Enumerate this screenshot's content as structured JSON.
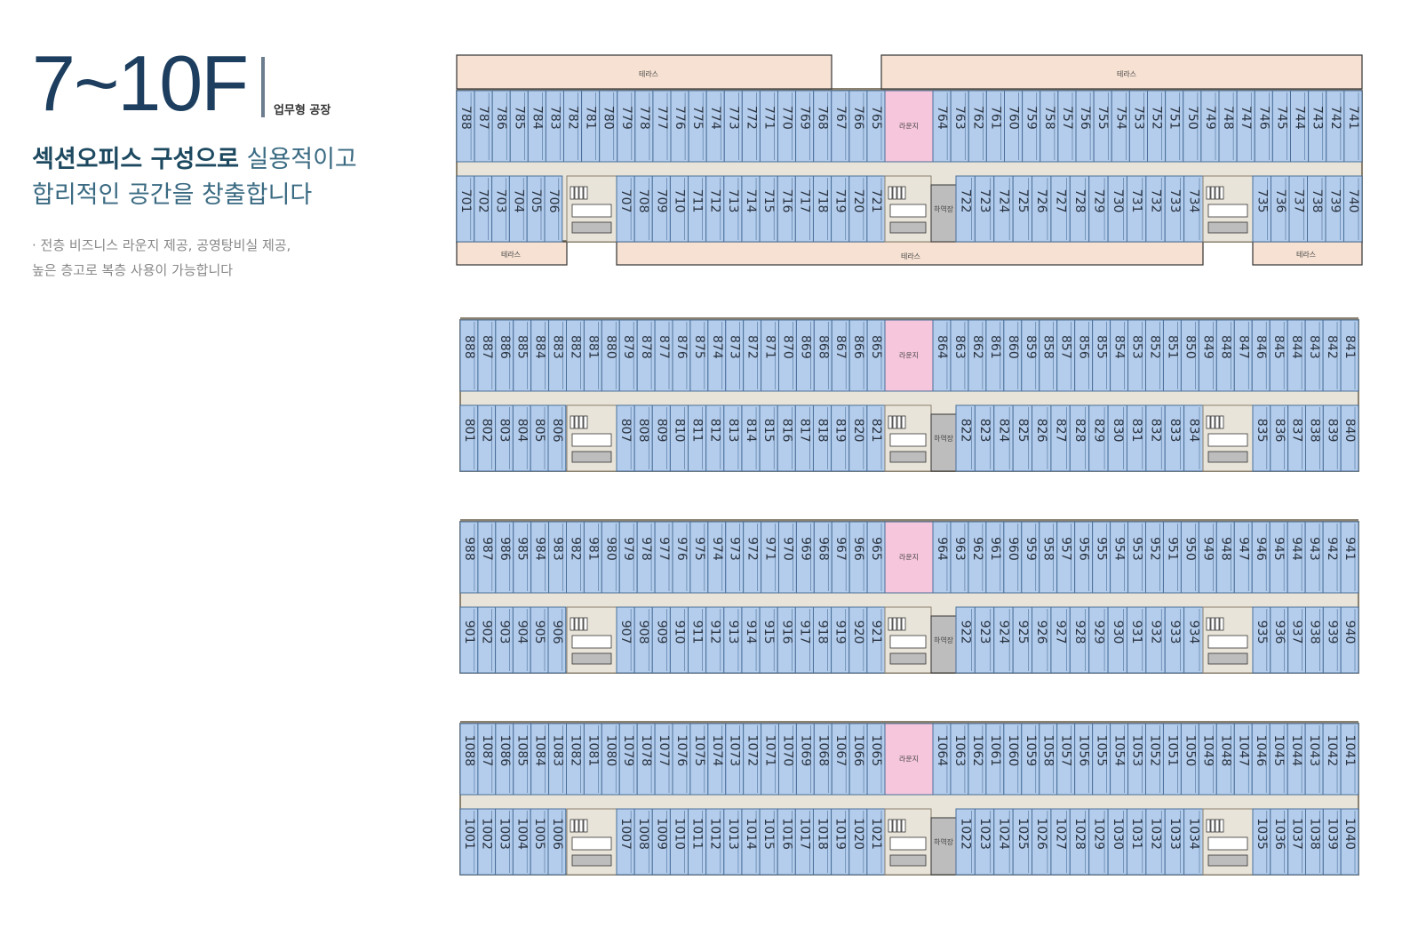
{
  "header": {
    "floor_title": "7~10F",
    "subtitle": "업무형 공장",
    "headline_bold": "섹션오피스 구성으로",
    "headline_rest": " 실용적이고",
    "headline_line2": "합리적인 공간을 창출합니다",
    "note_line1": "· 전층 비즈니스 라운지 제공, 공영탕비실 제공,",
    "note_line2": "높은 층고로 복층 사용이 가능합니다"
  },
  "labels": {
    "terrace": "테라스",
    "lounge": "라운지",
    "loading": "하역장"
  },
  "colors": {
    "unit_fill": "#b4cdec",
    "unit_stroke": "#4a6f99",
    "wall": "#8a8170",
    "corridor": "#e8e4d9",
    "lounge": "#f6c6dc",
    "terrace": "#f6e1d2",
    "core_dark": "#777777",
    "core_grey": "#bdbdbd"
  },
  "floors": [
    {
      "floor": 7,
      "has_terrace": true
    },
    {
      "floor": 8,
      "has_terrace": false
    },
    {
      "floor": 9,
      "has_terrace": false
    },
    {
      "floor": 10,
      "has_terrace": false
    }
  ]
}
